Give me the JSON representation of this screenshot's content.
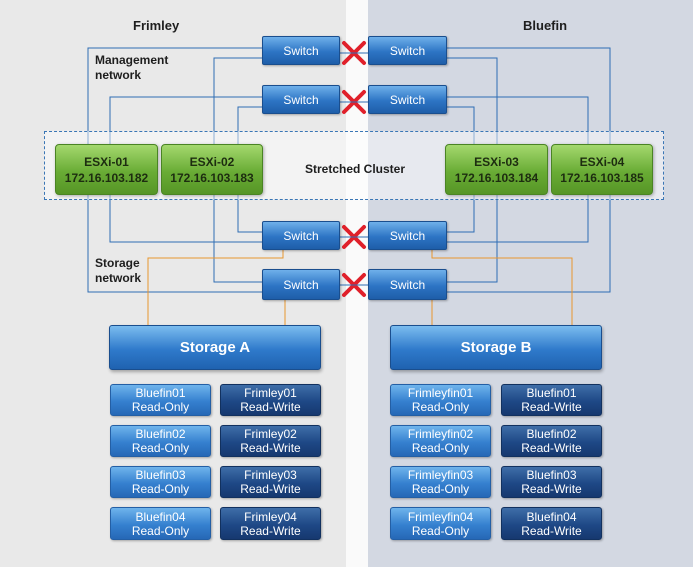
{
  "sites": {
    "left": "Frimley",
    "right": "Bluefin"
  },
  "networks": {
    "management": [
      "Management",
      "network"
    ],
    "storage": [
      "Storage",
      "network"
    ]
  },
  "cluster_label": "Stretched Cluster",
  "switch_label": "Switch",
  "hosts": [
    {
      "name": "ESXi-01",
      "ip": "172.16.103.182"
    },
    {
      "name": "ESXi-02",
      "ip": "172.16.103.183"
    },
    {
      "name": "ESXi-03",
      "ip": "172.16.103.184"
    },
    {
      "name": "ESXi-04",
      "ip": "172.16.103.185"
    }
  ],
  "storage": [
    {
      "name": "Storage A",
      "volumes": [
        {
          "name": "Bluefin01",
          "mode": "Read-Only"
        },
        {
          "name": "Frimley01",
          "mode": "Read-Write"
        },
        {
          "name": "Bluefin02",
          "mode": "Read-Only"
        },
        {
          "name": "Frimley02",
          "mode": "Read-Write"
        },
        {
          "name": "Bluefin03",
          "mode": "Read-Only"
        },
        {
          "name": "Frimley03",
          "mode": "Read-Write"
        },
        {
          "name": "Bluefin04",
          "mode": "Read-Only"
        },
        {
          "name": "Frimley04",
          "mode": "Read-Write"
        }
      ]
    },
    {
      "name": "Storage B",
      "volumes": [
        {
          "name": "Frimleyfin01",
          "mode": "Read-Only"
        },
        {
          "name": "Bluefin01",
          "mode": "Read-Write"
        },
        {
          "name": "Frimleyfin02",
          "mode": "Read-Only"
        },
        {
          "name": "Bluefin02",
          "mode": "Read-Write"
        },
        {
          "name": "Frimleyfin03",
          "mode": "Read-Only"
        },
        {
          "name": "Bluefin03",
          "mode": "Read-Write"
        },
        {
          "name": "Frimleyfin04",
          "mode": "Read-Only"
        },
        {
          "name": "Bluefin04",
          "mode": "Read-Write"
        }
      ]
    }
  ],
  "colors": {
    "management_link": "#2e6db4",
    "storage_link": "#e8962f",
    "failure_cross": "#e0202a",
    "host_green": "#69ac35"
  }
}
